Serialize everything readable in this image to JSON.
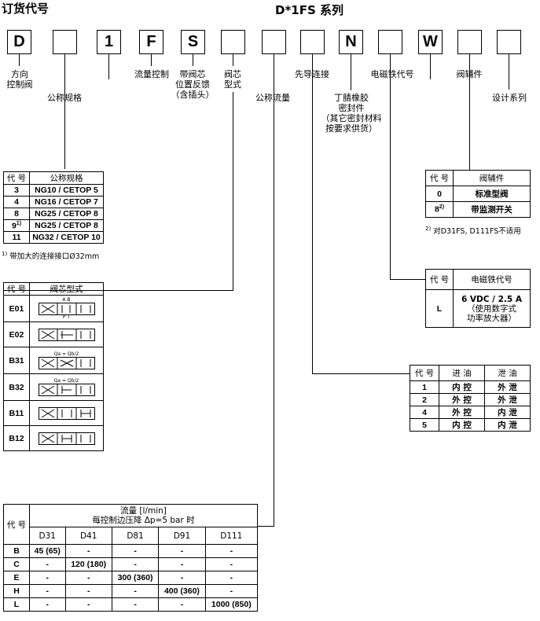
{
  "header": {
    "left": "订货代号",
    "right": "D*1FS 系列"
  },
  "boxes": [
    "D",
    "",
    "1",
    "F",
    "S",
    "",
    "",
    "",
    "N",
    "",
    "W",
    "",
    ""
  ],
  "labels": {
    "dir_valve": "方向\n控制阀",
    "nominal": "公称规格",
    "flow_ctrl": "流量控制",
    "spool_fb": "带阀芯\n位置反馈\n（含插头）",
    "spool_type": "阀芯\n型式",
    "nominal_flow": "公称流量",
    "pilot": "先导连接",
    "seal": "丁腈橡胶\n密封件\n（其它密封材料\n按要求供货）",
    "solenoid": "电磁铁代号",
    "accessory": "阀辅件",
    "design": "设计系列"
  },
  "size_table": {
    "headers": [
      "代 号",
      "公称规格"
    ],
    "rows": [
      [
        "3",
        "NG10 / CETOP 5"
      ],
      [
        "4",
        "NG16 / CETOP 7"
      ],
      [
        "8",
        "NG25 / CETOP 8"
      ],
      [
        "9",
        "NG25 / CETOP 8"
      ],
      [
        "11",
        "NG32 / CETOP 10"
      ]
    ],
    "sup": "1)",
    "note_mark": "1)",
    "note": "带加大的连接接口Ø32mm"
  },
  "spool_table": {
    "headers": [
      "代 号",
      "阀芯型式"
    ],
    "rows": [
      "E01",
      "E02",
      "B31",
      "B32",
      "B11",
      "B12"
    ],
    "ports_top": "A B",
    "ports_bottom": "P T",
    "qa": "Qa = Qb/2"
  },
  "flow_table": {
    "code_header": "代 号",
    "title": "流量 [l/min]",
    "subtitle": "每控制边压降 Δp=5 bar 时",
    "columns": [
      "D31",
      "D41",
      "D81",
      "D91",
      "D111"
    ],
    "rows": [
      {
        "code": "B",
        "vals": [
          "45 (65)",
          "-",
          "-",
          "-",
          "-"
        ]
      },
      {
        "code": "C",
        "vals": [
          "-",
          "120 (180)",
          "-",
          "-",
          "-"
        ]
      },
      {
        "code": "E",
        "vals": [
          "-",
          "-",
          "300 (360)",
          "-",
          "-"
        ]
      },
      {
        "code": "H",
        "vals": [
          "-",
          "-",
          "-",
          "400 (360)",
          "-"
        ]
      },
      {
        "code": "L",
        "vals": [
          "-",
          "-",
          "-",
          "-",
          "1000 (850)"
        ]
      }
    ]
  },
  "acc_table": {
    "headers": [
      "代 号",
      "阀辅件"
    ],
    "rows": [
      [
        "0",
        "标准型阀"
      ],
      [
        "8",
        "带监测开关"
      ]
    ],
    "sup": "2)",
    "note_mark": "2)",
    "note": "对D31FS, D111FS不适用"
  },
  "sol_table": {
    "headers": [
      "代 号",
      "电磁铁代号"
    ],
    "code": "L",
    "line1": "6 VDC / 2.5 A",
    "line2": "（使用数字式",
    "line3": "功率放大器）"
  },
  "pilot_table": {
    "headers": [
      "代 号",
      "进 油",
      "泄 油"
    ],
    "rows": [
      [
        "1",
        "内 控",
        "外 泄"
      ],
      [
        "2",
        "外 控",
        "外 泄"
      ],
      [
        "4",
        "外 控",
        "内 泄"
      ],
      [
        "5",
        "内 控",
        "内 泄"
      ]
    ]
  }
}
